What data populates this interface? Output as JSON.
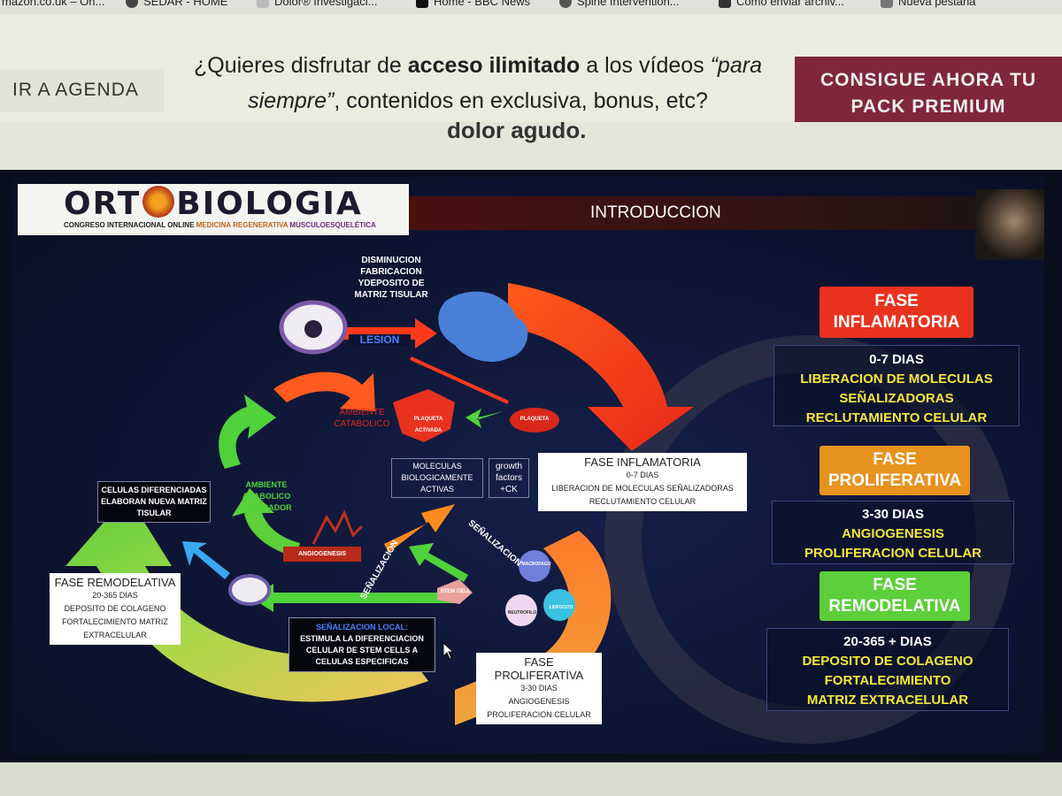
{
  "bookmarks": [
    {
      "label": "mazon.co.uk – On...",
      "color": "#ff9900"
    },
    {
      "label": "SEDAR - HOME",
      "color": "#444444"
    },
    {
      "label": "Dolor® Investigaci...",
      "color": "#888888"
    },
    {
      "label": "Home - BBC News",
      "color": "#000000"
    },
    {
      "label": "Spine Intervention...",
      "color": "#444444"
    },
    {
      "label": "Cómo enviar archiv...",
      "color": "#333333"
    },
    {
      "label": "Nueva pestaña",
      "color": "#555555"
    }
  ],
  "promo": {
    "agenda_button": "IR A AGENDA",
    "text_part1": "¿Quieres disfrutar de ",
    "text_bold": "acceso ilimitado",
    "text_part2": " a los vídeos ",
    "text_italic": "“para siempre”",
    "text_part3": ", contenidos en exclusiva, bonus, etc?",
    "premium_button": "CONSIGUE AHORA TU PACK PREMIUM",
    "premium_color": "#80263a"
  },
  "page": {
    "cut_heading": "dolor agudo."
  },
  "slide": {
    "logo_text_left": "ORT",
    "logo_text_right": "BIOLOGIA",
    "logo_subtitle_a": "CONGRESO INTERNACIONAL ONLINE ",
    "logo_subtitle_b": "MEDICINA REGENERATIVA ",
    "logo_subtitle_c": "MUSCULOESQUELÉTICA",
    "title": "INTRODUCCION",
    "diagram": {
      "disminucion": "DISMINUCION FABRICACION YDEPOSITO DE MATRIZ TISULAR",
      "lesion": "LESION",
      "plaqueta": "PLAQUETA",
      "plaqueta_activada": "PLAQUETA ACTIVADA",
      "ambiente_catabolico": "AMBIENTE CATABOLICO",
      "moleculas": "MOLECULAS BIOLOGICAMENTE ACTIVAS",
      "growth": "growth factors +CK",
      "celulas_diferenciadas": "CELULAS DIFERENCIADAS ELABORAN NUEVA MATRIZ TISULAR",
      "ambiente_anabolico": "AMBIENTE ANABOLICO REPARADOR",
      "angiogenesis": "ANGIOGENESIS",
      "senalizacion": "SEÑALIZACION",
      "stem_cell": "STEM CELL",
      "neutrofilo": "NEUTROFILO",
      "linfocito": "LINFOCITO",
      "macrofago": "MACROFAGO",
      "senal_local_title": "SEÑALIZACION LOCAL:",
      "senal_local_body": "ESTIMULA LA DIFERENCIACION CELULAR DE STEM CELLS A CELULAS ESPECIFICAS",
      "inflam_box": {
        "title": "FASE INFLAMATORIA",
        "days": "0-7 DIAS",
        "l1": "LIBERACION DE MOLECULAS SEÑALIZADORAS",
        "l2": "RECLUTAMIENTO CELULAR"
      },
      "remod_box": {
        "title": "FASE REMODELATIVA",
        "days": "20-365 DIAS",
        "l1": "DEPOSITO DE COLAGENO",
        "l2": "FORTALECIMIENTO MATRIZ",
        "l3": "EXTRACELULAR"
      },
      "prolif_box": {
        "title": "FASE PROLIFERATIVA",
        "days": "3-30 DIAS",
        "l1": "ANGIOGENESIS",
        "l2": "PROLIFERACION CELULAR"
      }
    },
    "phases": [
      {
        "label": "FASE INFLAMATORIA",
        "color": "#e8321e",
        "days": "0-7 DIAS",
        "lines": [
          "LIBERACION DE MOLECULAS",
          "SEÑALIZADORAS",
          "RECLUTAMIENTO CELULAR"
        ]
      },
      {
        "label": "FASE PROLIFERATIVA",
        "color": "#e8921e",
        "days": "3-30 DIAS",
        "lines": [
          "ANGIOGENESIS",
          "PROLIFERACION CELULAR"
        ]
      },
      {
        "label": "FASE REMODELATIVA",
        "color": "#5ccf3a",
        "days": "20-365 + DIAS",
        "lines": [
          "DEPOSITO DE COLAGENO",
          "FORTALECIMIENTO",
          "MATRIZ EXTRACELULAR"
        ]
      }
    ]
  }
}
